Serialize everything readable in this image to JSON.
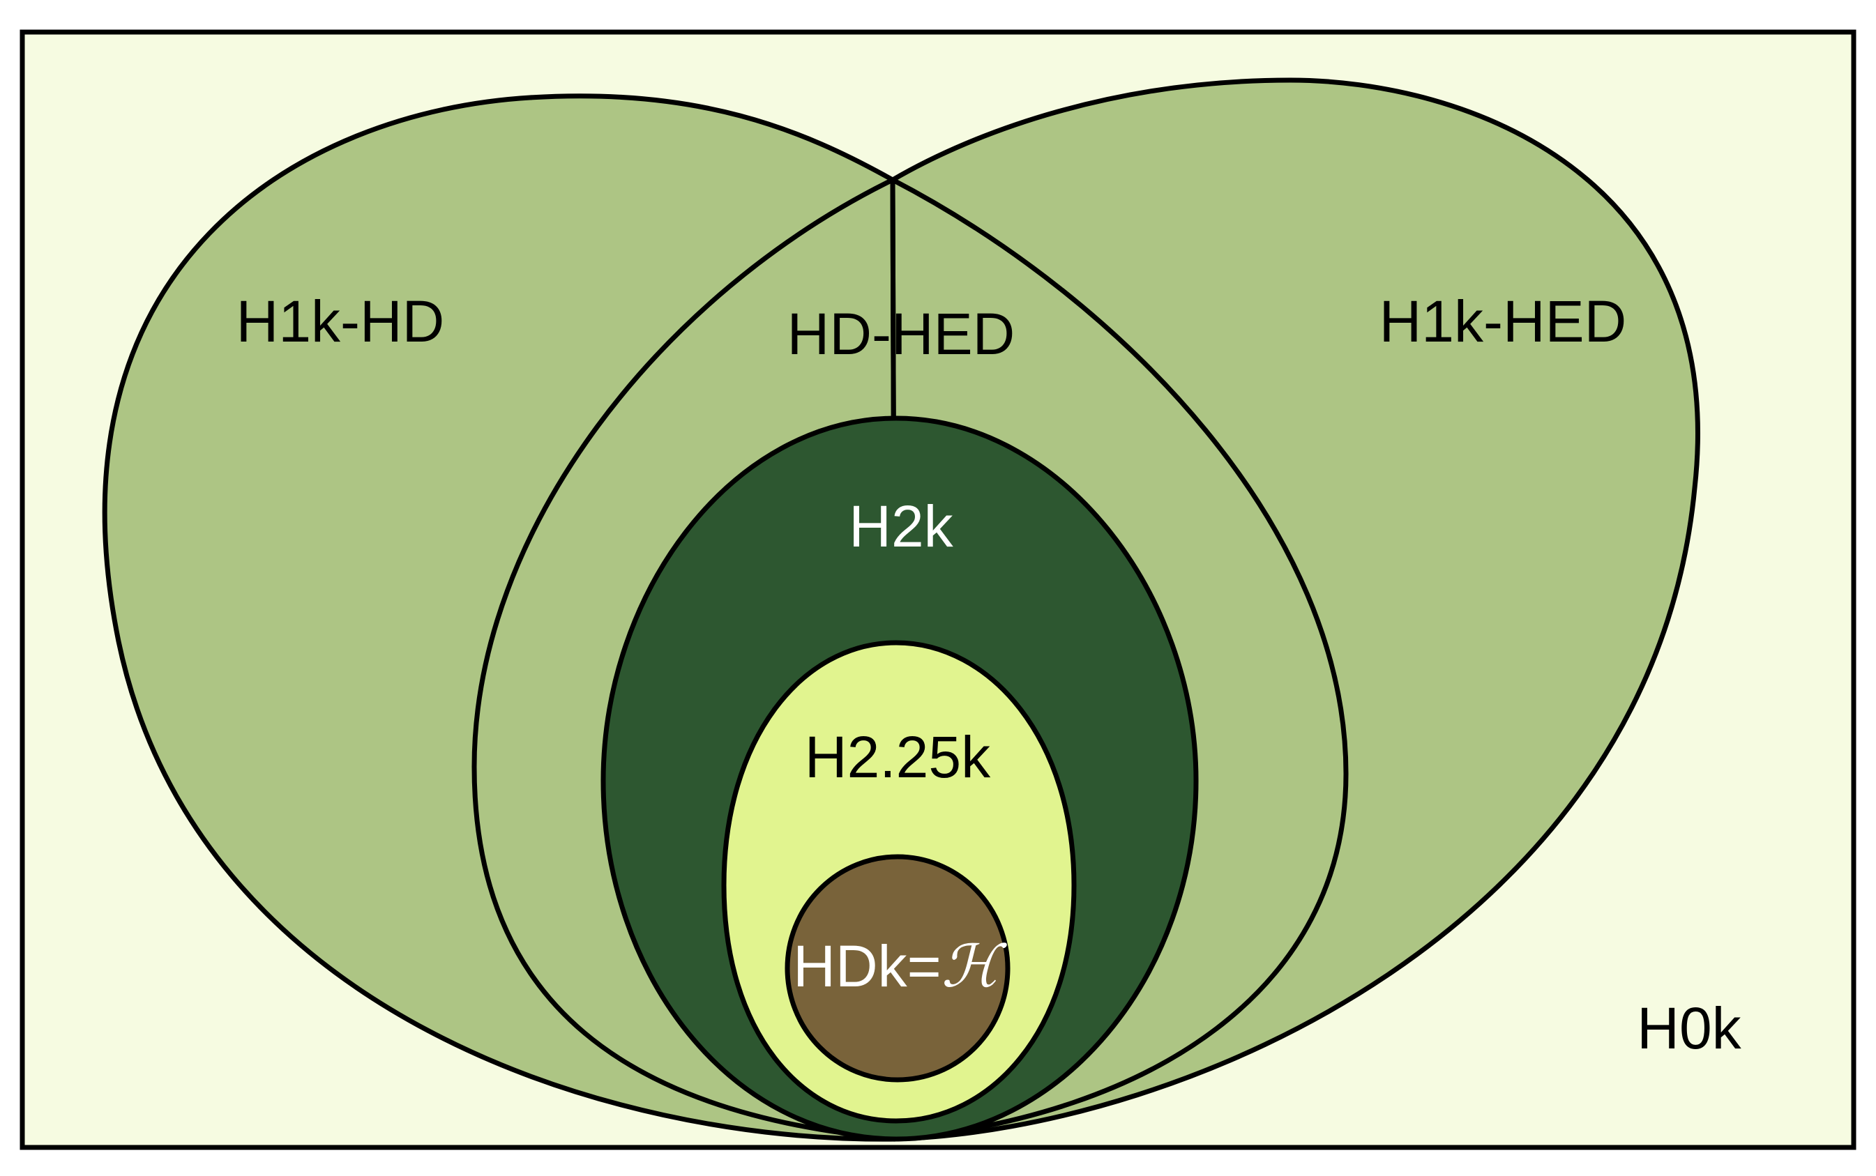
{
  "colors": {
    "background": "#f6fbe1",
    "outer_lobes": "#adc584",
    "overlap": "#97b263",
    "h2k": "#2d5730",
    "h225k": "#e1f48f",
    "hdk": "#79633a",
    "outline": "#000000",
    "dark_text": "#000000",
    "light_text": "#ffffff"
  },
  "labels": {
    "h1k_hd": "H1k-HD",
    "hd_hed": "HD-HED",
    "h1k_hed": "H1k-HED",
    "h2k": "H2k",
    "h225k": "H2.25k",
    "hdk": "HDk=",
    "hdk_symbol": "ℋ",
    "h0k": "H0k"
  }
}
